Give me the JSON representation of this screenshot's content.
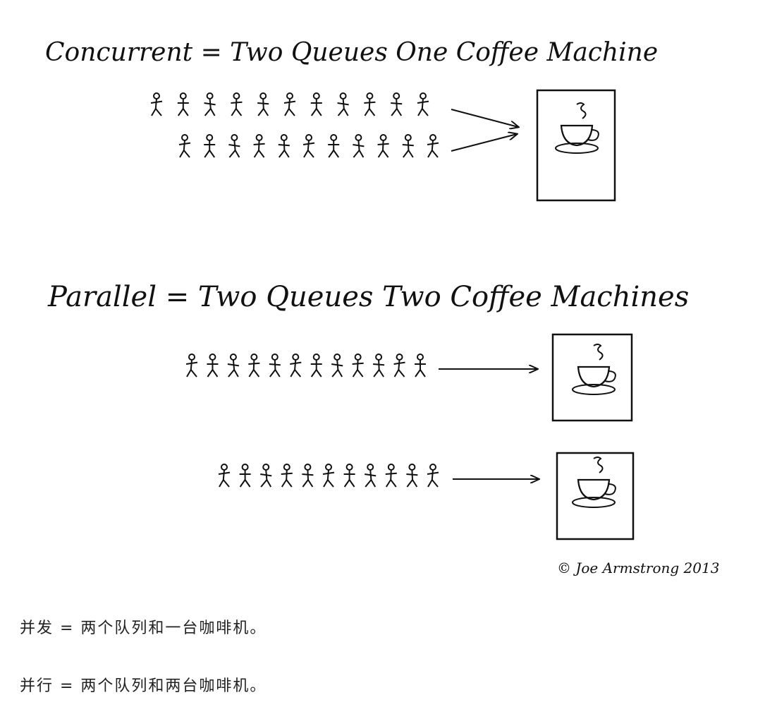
{
  "diagram": {
    "concurrent_title": "Concurrent = Two Queues One Coffee Machine",
    "parallel_title": "Parallel = Two Queues Two Coffee Machines",
    "copyright": "© Joe Armstrong 2013"
  },
  "captions": {
    "concurrent": "并发 = 两个队列和一台咖啡机。",
    "parallel": "并行 = 两个队列和两台咖啡机。"
  },
  "queues": {
    "concurrent_row1_people": 11,
    "concurrent_row2_people": 11,
    "parallel_row1_people": 12,
    "parallel_row2_people": 11
  }
}
